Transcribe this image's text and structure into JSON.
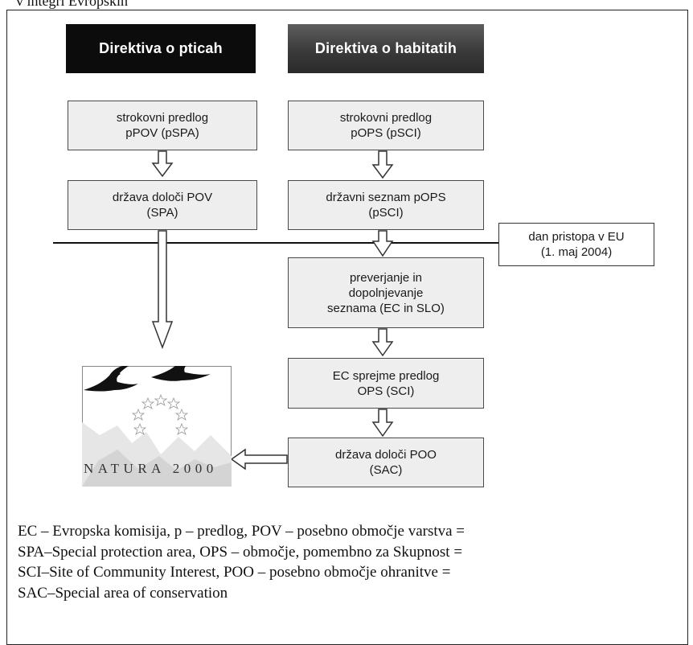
{
  "page_top_fragment": "v integri Evropskih",
  "headers": {
    "birds": "Direktiva o pticah",
    "habitats": "Direktiva o habitatih"
  },
  "left_column": [
    {
      "line1": "strokovni predlog",
      "line2": "pPOV (pSPA)"
    },
    {
      "line1": "država določi POV",
      "line2": "(SPA)"
    }
  ],
  "right_column": [
    {
      "line1": "strokovni predlog",
      "line2": "pOPS (pSCI)"
    },
    {
      "line1": "državni seznam pOPS",
      "line2": "(pSCI)"
    },
    {
      "line1": "preverjanje in",
      "line2": "dopolnjevanje",
      "line3": "seznama (EC in SLO)"
    },
    {
      "line1": "EC sprejme predlog",
      "line2": "OPS (SCI)"
    },
    {
      "line1": "država določi POO",
      "line2": "(SAC)"
    }
  ],
  "accession": {
    "line1": "dan pristopa v EU",
    "line2": "(1. maj 2004)"
  },
  "logo": {
    "icon": "natura-2000-logo",
    "text": "NATURA 2000"
  },
  "caption": {
    "line1": "EC – Evropska komisija, p – predlog, POV – posebno območje varstva =",
    "line2": "SPA–Special protection area, OPS – območje, pomembno za Skupnost =",
    "line3": "SCI–Site of Community Interest, POO – posebno območje ohranitve =",
    "line4": "SAC–Special area of conservation"
  }
}
